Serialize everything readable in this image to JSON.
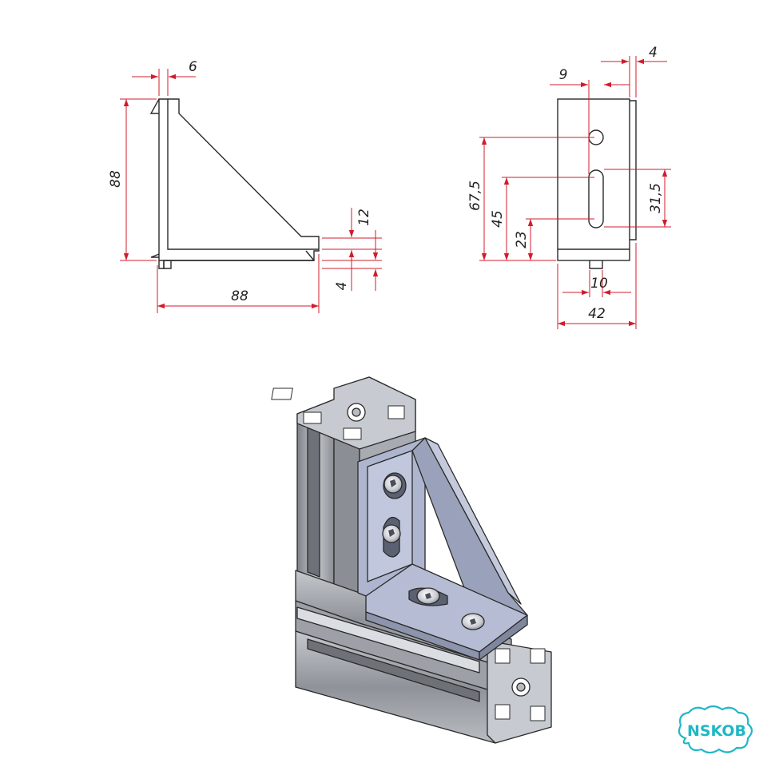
{
  "colors": {
    "dimension_line": "#d21c2c",
    "outline": "#2a2a2a",
    "bracket_face": "#aeb6cf",
    "profile_metal": "#9a9ea4",
    "logo_accent": "#1fb7c7"
  },
  "front_view": {
    "dim_top_width": "6",
    "dim_height": "88",
    "dim_width": "88",
    "dim_gusset": "12",
    "dim_tab": "4"
  },
  "side_view": {
    "dim_flange": "4",
    "dim_slot_offset": "9",
    "dim_hole_1": "67,5",
    "dim_hole_2": "45",
    "dim_hole_3": "23",
    "dim_slot_length": "31,5",
    "dim_tab_width": "10",
    "dim_total_width": "42"
  },
  "logo": {
    "text": "NSKOB"
  }
}
